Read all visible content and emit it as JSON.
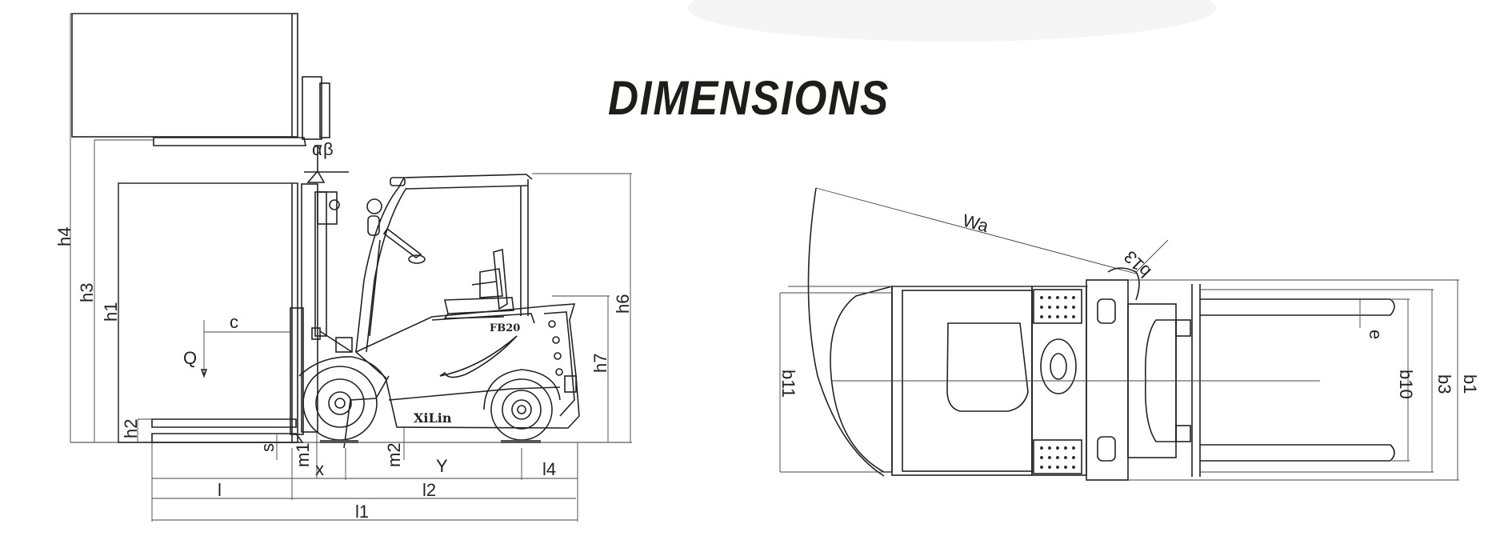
{
  "title": "DIMENSIONS",
  "colors": {
    "ink": "#1d1d1b",
    "background": "#ffffff",
    "blob": "#f4f4f4"
  },
  "side_view": {
    "model_badge": "FB20",
    "brand": "XiLin",
    "labels": {
      "h4": "h4",
      "h3": "h3",
      "h1": "h1",
      "h2": "h2",
      "h6": "h6",
      "h7": "h7",
      "c": "c",
      "Q": "Q",
      "alpha": "α",
      "beta": "β",
      "s": "s",
      "m1": "m1",
      "m2": "m2",
      "x": "x",
      "Y": "Y",
      "l": "l",
      "l2": "l2",
      "l4": "l4",
      "l1": "l1"
    }
  },
  "top_view": {
    "labels": {
      "Wa": "Wa",
      "b13": "b13",
      "e": "e",
      "b11": "b11",
      "b10": "b10",
      "b3": "b3",
      "b1": "b1"
    }
  }
}
